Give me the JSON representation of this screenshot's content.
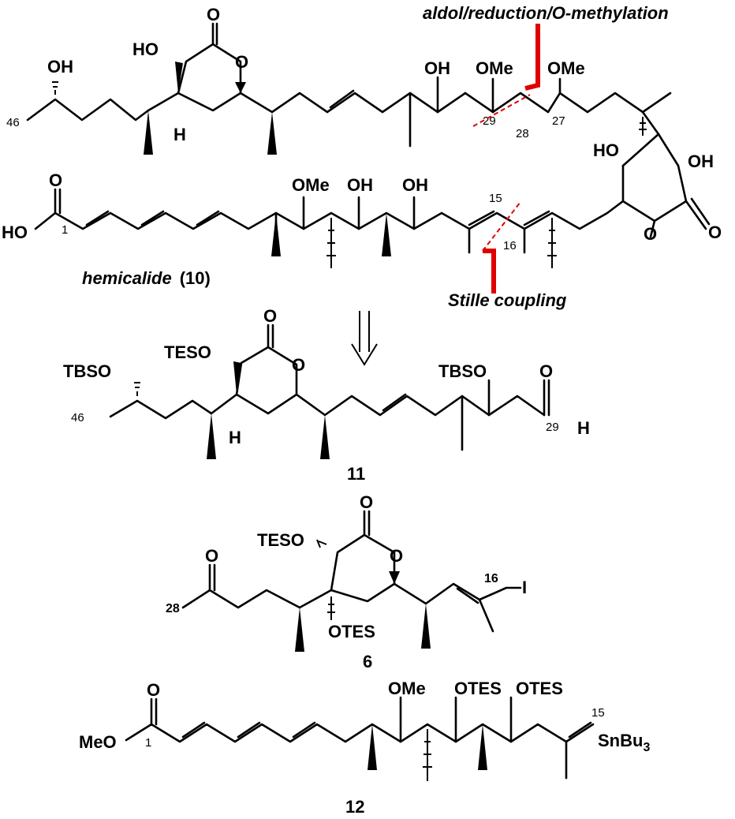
{
  "annotations": {
    "aldol_label": "aldol/reduction/O-methylation",
    "stille_label": "Stille coupling"
  },
  "compounds": {
    "hemicalide": {
      "name": "hemicalide",
      "number": "10",
      "numbers": {
        "c46": "46",
        "c29": "29",
        "c28": "28",
        "c27": "27",
        "c1": "1",
        "c15": "15",
        "c16": "16"
      },
      "labels": {
        "oh_46": "OH",
        "ho_lac": "HO",
        "o_lac": "O",
        "o_lac_ring": "O",
        "h_lac": "H",
        "oh_mid": "OH",
        "ome_29": "OMe",
        "ome_27": "OMe",
        "ho_quat": "HO",
        "oh_lac2": "OH",
        "o_ring2": "O",
        "o_carb2": "O",
        "o_acid": "O",
        "ho_acid": "HO",
        "ome_lower": "OMe",
        "oh_lower1": "OH",
        "oh_lower2": "OH"
      }
    },
    "c11": {
      "number": "11",
      "numbers": {
        "c46": "46",
        "c29": "29"
      },
      "labels": {
        "tbso_46": "TBSO",
        "tes_o": "TESO",
        "o_carb": "O",
        "o_ring": "O",
        "h": "H",
        "tbso_mid": "TBSO",
        "o_ald": "O",
        "h_ald": "H"
      }
    },
    "c6": {
      "number": "6",
      "numbers": {
        "c28": "28",
        "c16": "16"
      },
      "labels": {
        "o_carb": "O",
        "tes_o": "TESO",
        "o_ring": "O",
        "o_ketone": "O",
        "iodo": "I",
        "otes": "OTES"
      }
    },
    "c12": {
      "number": "12",
      "numbers": {
        "c1": "1",
        "c15": "15"
      },
      "labels": {
        "o_carb": "O",
        "meo": "MeO",
        "ome": "OMe",
        "otes1": "OTES",
        "otes2": "OTES",
        "sn": "SnBu",
        "sn_sub": "3"
      }
    }
  }
}
